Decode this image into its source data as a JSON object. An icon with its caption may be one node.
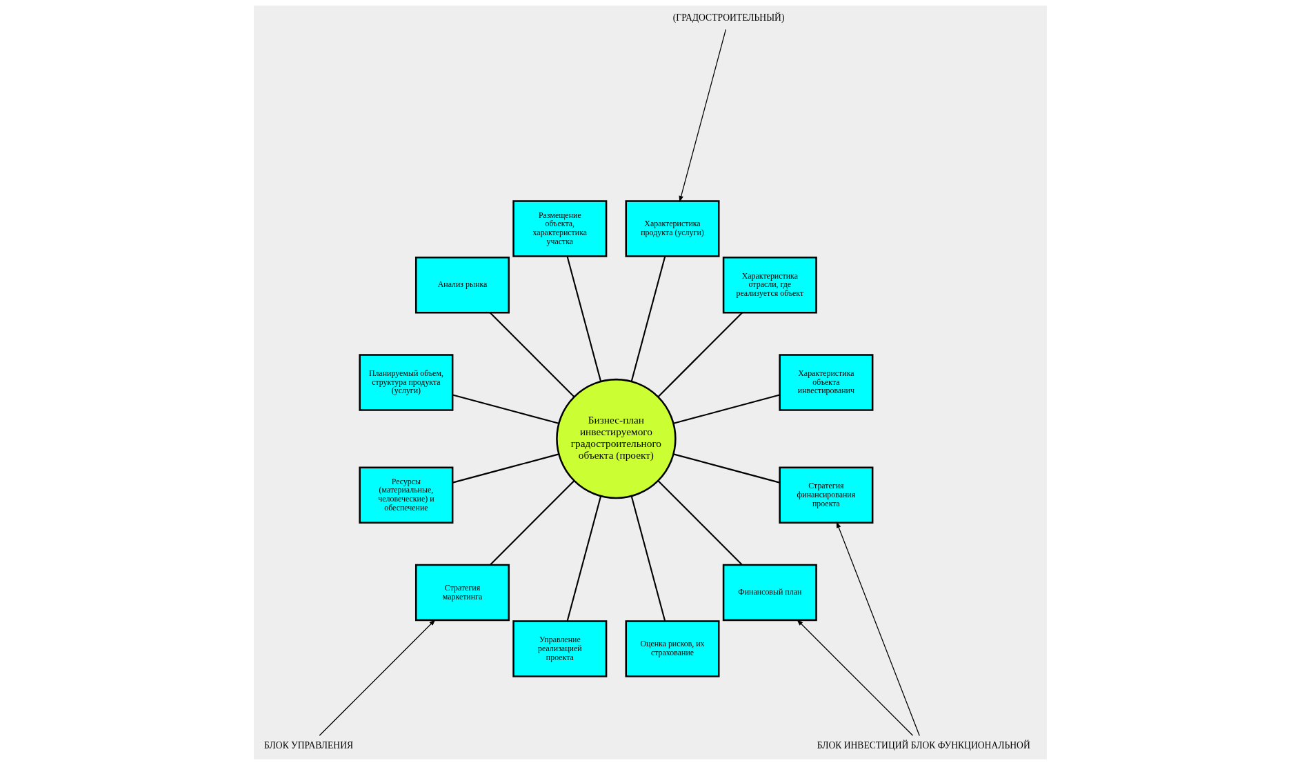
{
  "diagram": {
    "nodes": [
      {
        "text": [
          "Бизнес-план инвестируемого градостроительного объекта (проект)"
        ]
      },
      {
        "text": [
          "Характеристика объекта инвестированич"
        ]
      },
      {
        "text": [
          "Характеристика отрасли, где реализуется объект"
        ]
      },
      {
        "text": [
          "Характеристика продукта (услуги)"
        ]
      },
      {
        "text": [
          "Размещение объекта, характеристика участка"
        ]
      },
      {
        "text": [
          "Анализ рынка"
        ]
      },
      {
        "text": [
          "Планируемый объем, структура продукта (услуги)"
        ]
      },
      {
        "text": [
          "Ресурсы (материальные, человеческие) и обеспечение"
        ]
      },
      {
        "text": [
          "Стратегия маркетинга"
        ]
      },
      {
        "text": [
          "Управление реализацией проекта"
        ]
      },
      {
        "text": [
          "Оценка рисков, их страхование"
        ]
      },
      {
        "text": [
          "Финансовый план"
        ]
      },
      {
        "text": [
          "Стратегия финансирования проекта"
        ]
      },
      {
        "text": [
          "БЛОК ИНВЕСТИЦИЙ БЛОК ФУНКЦИОНАЛЬНОЙ"
        ]
      },
      {
        "text": [
          "(ГРАДОСТРОИТЕЛЬНЫЙ)"
        ]
      },
      {
        "text": [
          "БЛОК УПРАВЛЕНИЯ"
        ]
      }
    ],
    "edges": [
      {
        "from": 0,
        "to": 1,
        "arrow": "none"
      },
      {
        "from": 0,
        "to": 2,
        "arrow": "none"
      },
      {
        "from": 0,
        "to": 3,
        "arrow": "none"
      },
      {
        "from": 0,
        "to": 4,
        "arrow": "none"
      },
      {
        "from": 0,
        "to": 5,
        "arrow": "none"
      },
      {
        "from": 0,
        "to": 6,
        "arrow": "none"
      },
      {
        "from": 0,
        "to": 7,
        "arrow": "none"
      },
      {
        "from": 0,
        "to": 8,
        "arrow": "none"
      },
      {
        "from": 0,
        "to": 9,
        "arrow": "none"
      },
      {
        "from": 0,
        "to": 10,
        "arrow": "none"
      },
      {
        "from": 0,
        "to": 11,
        "arrow": "none"
      },
      {
        "from": 0,
        "to": 12,
        "arrow": "none"
      },
      {
        "from": 13,
        "to": 11,
        "arrow": "to"
      },
      {
        "from": 13,
        "to": 12,
        "arrow": "to"
      },
      {
        "from": 14,
        "to": 3,
        "arrow": "to"
      },
      {
        "from": 15,
        "to": 8,
        "arrow": "to"
      }
    ]
  }
}
